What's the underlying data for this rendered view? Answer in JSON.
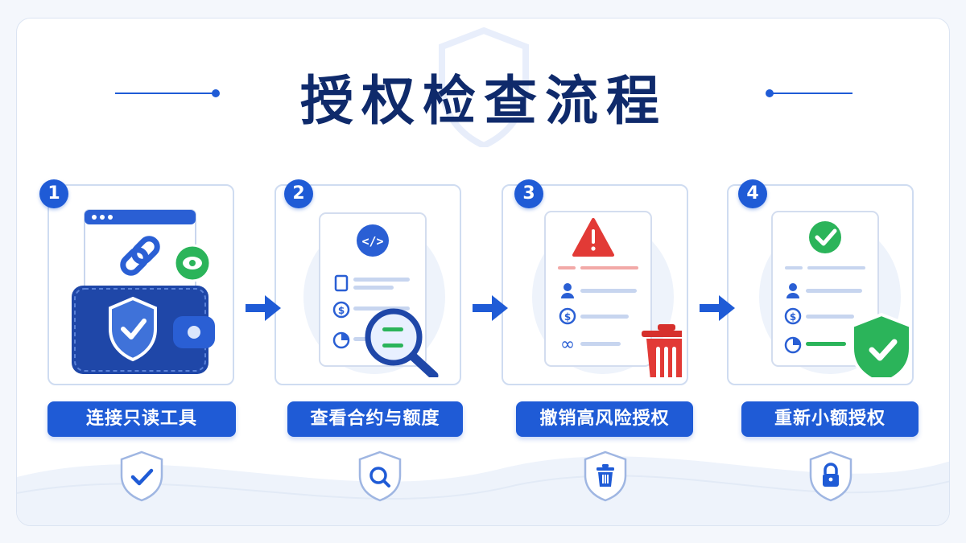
{
  "title": "授权检查流程",
  "steps": [
    {
      "number": "1",
      "label": "连接只读工具",
      "icon": "wallet-shield-icon",
      "footer_icon": "shield-check-icon"
    },
    {
      "number": "2",
      "label": "查看合约与额度",
      "icon": "document-magnifier-icon",
      "footer_icon": "shield-search-icon"
    },
    {
      "number": "3",
      "label": "撤销高风险授权",
      "icon": "document-warning-trash-icon",
      "footer_icon": "shield-trash-icon"
    },
    {
      "number": "4",
      "label": "重新小额授权",
      "icon": "document-check-shield-icon",
      "footer_icon": "shield-lock-icon"
    }
  ],
  "colors": {
    "primary": "#1f5bd6",
    "title": "#0f2a6b",
    "danger": "#e23a36",
    "success": "#2bb45a"
  }
}
